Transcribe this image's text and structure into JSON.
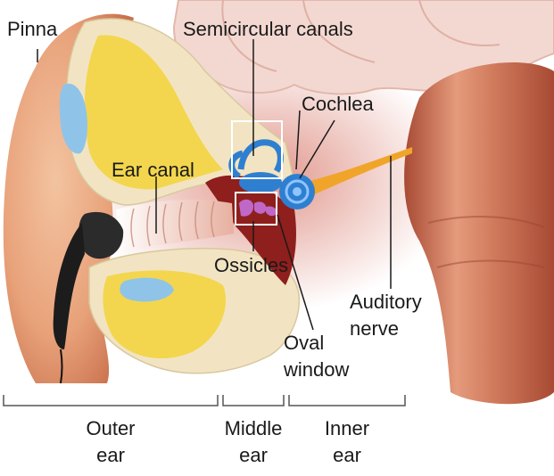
{
  "labels": {
    "pinna": "Pinna",
    "semicircular_canals": "Semicircular canals",
    "cochlea": "Cochlea",
    "ear_canal": "Ear canal",
    "ossicles": "Ossicles",
    "auditory_nerve_line1": "Auditory",
    "auditory_nerve_line2": "nerve",
    "oval_window_line1": "Oval",
    "oval_window_line2": "window"
  },
  "sections": {
    "outer": {
      "line1": "Outer",
      "line2": "ear"
    },
    "middle": {
      "line1": "Middle",
      "line2": "ear"
    },
    "inner": {
      "line1": "Inner",
      "line2": "ear"
    }
  },
  "colors": {
    "skin": "#e8a27a",
    "skin_dark": "#c8704c",
    "bone": "#f2e4c2",
    "bone_yellow": "#f3d64e",
    "canal_red": "#c0392b",
    "labyrinth_blue": "#2f7fd1",
    "ossicle_purple": "#c068c8",
    "nerve_orange": "#f0a52a",
    "brain_pink": "#f0d3cd",
    "brainstem": "#c46a50",
    "earbud": "#222222"
  }
}
